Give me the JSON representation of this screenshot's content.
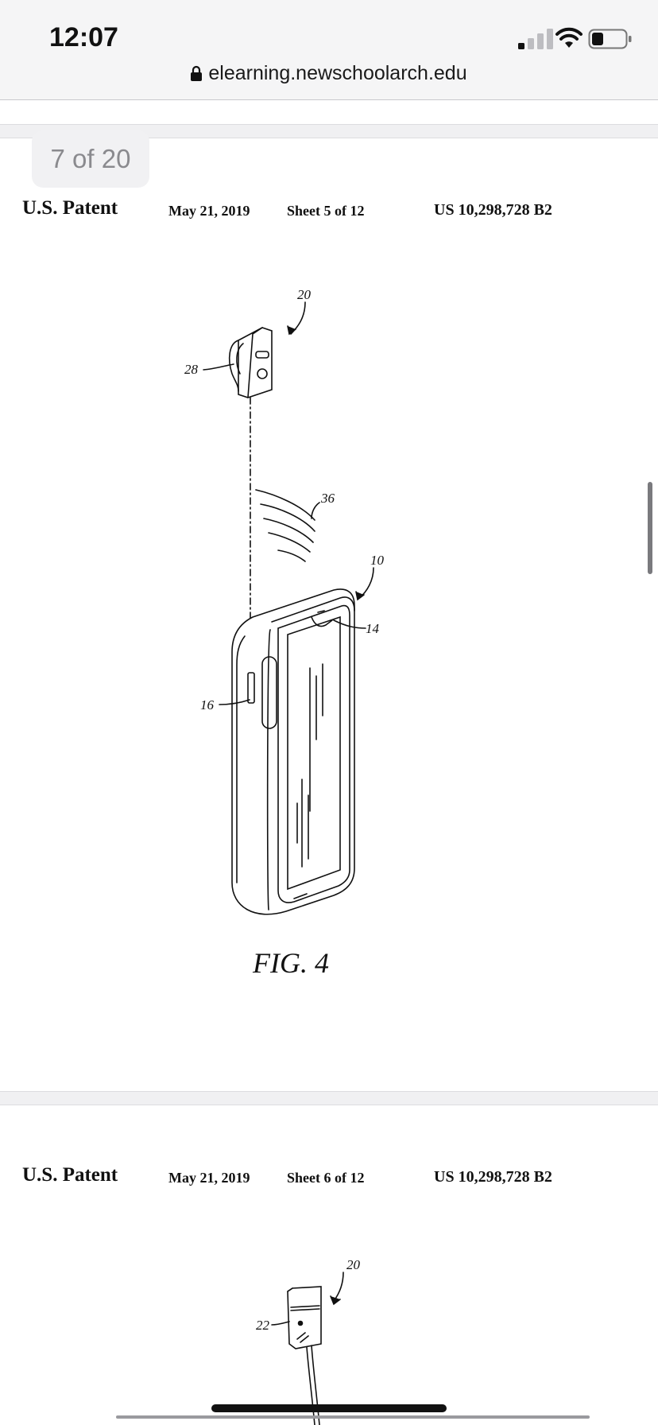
{
  "status_bar": {
    "time": "12:07",
    "icons": [
      "cellular-signal-icon",
      "wifi-icon",
      "battery-icon"
    ]
  },
  "browser": {
    "url": "elearning.newschoolarch.edu",
    "lock_icon": "lock-icon"
  },
  "viewer": {
    "page_indicator": "7 of 20"
  },
  "pages": [
    {
      "header": {
        "title": "U.S. Patent",
        "date": "May 21, 2019",
        "sheet": "Sheet 5 of 12",
        "number": "US 10,298,728 B2"
      },
      "figure": {
        "caption": "FIG. 4",
        "labels": [
          "20",
          "28",
          "36",
          "10",
          "14",
          "16"
        ]
      }
    },
    {
      "header": {
        "title": "U.S. Patent",
        "date": "May 21, 2019",
        "sheet": "Sheet 6 of 12",
        "number": "US 10,298,728 B2"
      },
      "figure": {
        "labels": [
          "20",
          "22"
        ]
      }
    }
  ]
}
